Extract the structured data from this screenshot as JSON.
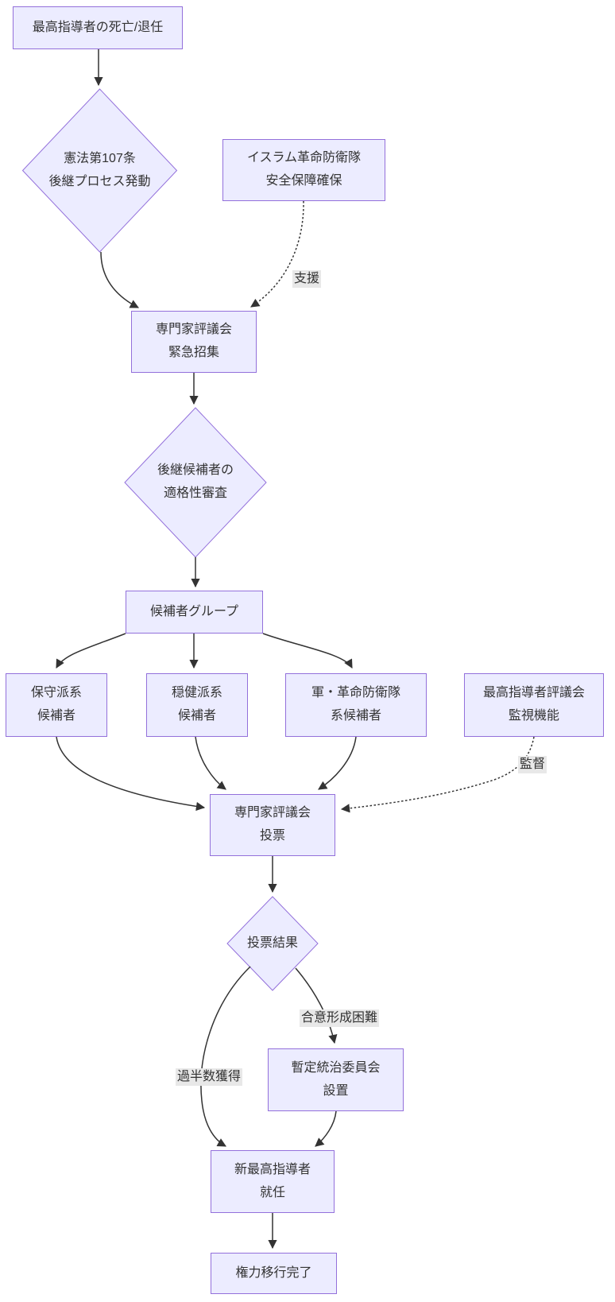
{
  "diagram": {
    "type": "flowchart",
    "direction": "top-down",
    "colors": {
      "node_fill": "#ECECFF",
      "node_border": "#9370DB",
      "edge_line": "#333333",
      "edge_label_bg": "#e8e8e8",
      "text": "#333333",
      "background": "#ffffff"
    },
    "nodes": {
      "death": {
        "shape": "rect",
        "line1": "最高指導者の死亡/退任"
      },
      "article107": {
        "shape": "diamond",
        "line1": "憲法第107条",
        "line2": "後継プロセス発動"
      },
      "irgc": {
        "shape": "rect",
        "line1": "イスラム革命防衛隊",
        "line2": "安全保障確保"
      },
      "convene": {
        "shape": "rect",
        "line1": "専門家評議会",
        "line2": "緊急招集"
      },
      "eligibility": {
        "shape": "diamond",
        "line1": "後継候補者の",
        "line2": "適格性審査"
      },
      "candidates": {
        "shape": "rect",
        "line1": "候補者グループ"
      },
      "conservative": {
        "shape": "rect",
        "line1": "保守派系",
        "line2": "候補者"
      },
      "moderate": {
        "shape": "rect",
        "line1": "穏健派系",
        "line2": "候補者"
      },
      "military": {
        "shape": "rect",
        "line1": "軍・革命防衛隊",
        "line2": "系候補者"
      },
      "oversight": {
        "shape": "rect",
        "line1": "最高指導者評議会",
        "line2": "監視機能"
      },
      "vote": {
        "shape": "rect",
        "line1": "専門家評議会",
        "line2": "投票"
      },
      "result": {
        "shape": "diamond",
        "line1": "投票結果"
      },
      "interim": {
        "shape": "rect",
        "line1": "暫定統治委員会",
        "line2": "設置"
      },
      "new_leader": {
        "shape": "rect",
        "line1": "新最高指導者",
        "line2": "就任"
      },
      "complete": {
        "shape": "rect",
        "line1": "権力移行完了"
      }
    },
    "edge_labels": {
      "support": "支援",
      "supervise": "監督",
      "majority": "過半数獲得",
      "no_consensus": "合意形成困難"
    },
    "edges": [
      {
        "from": "death",
        "to": "article107",
        "style": "solid",
        "label": ""
      },
      {
        "from": "article107",
        "to": "convene",
        "style": "solid",
        "label": ""
      },
      {
        "from": "irgc",
        "to": "convene",
        "style": "dotted",
        "label": "支援"
      },
      {
        "from": "convene",
        "to": "eligibility",
        "style": "solid",
        "label": ""
      },
      {
        "from": "eligibility",
        "to": "candidates",
        "style": "solid",
        "label": ""
      },
      {
        "from": "candidates",
        "to": "conservative",
        "style": "solid",
        "label": ""
      },
      {
        "from": "candidates",
        "to": "moderate",
        "style": "solid",
        "label": ""
      },
      {
        "from": "candidates",
        "to": "military",
        "style": "solid",
        "label": ""
      },
      {
        "from": "conservative",
        "to": "vote",
        "style": "solid",
        "label": ""
      },
      {
        "from": "moderate",
        "to": "vote",
        "style": "solid",
        "label": ""
      },
      {
        "from": "military",
        "to": "vote",
        "style": "solid",
        "label": ""
      },
      {
        "from": "oversight",
        "to": "vote",
        "style": "dotted",
        "label": "監督"
      },
      {
        "from": "vote",
        "to": "result",
        "style": "solid",
        "label": ""
      },
      {
        "from": "result",
        "to": "new_leader",
        "style": "solid",
        "label": "過半数獲得"
      },
      {
        "from": "result",
        "to": "interim",
        "style": "solid",
        "label": "合意形成困難"
      },
      {
        "from": "interim",
        "to": "new_leader",
        "style": "solid",
        "label": ""
      },
      {
        "from": "new_leader",
        "to": "complete",
        "style": "solid",
        "label": ""
      }
    ]
  }
}
